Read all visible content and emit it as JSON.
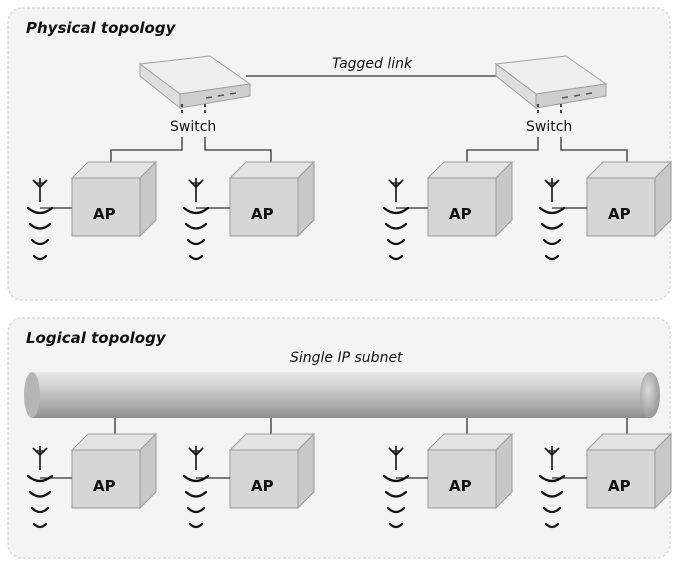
{
  "physical": {
    "title": "Physical topology",
    "tagged_link_label": "Tagged link",
    "switch_label": "Switch",
    "ap_label": "AP"
  },
  "logical": {
    "title": "Logical topology",
    "subnet_label": "Single IP subnet",
    "ap_label": "AP"
  }
}
